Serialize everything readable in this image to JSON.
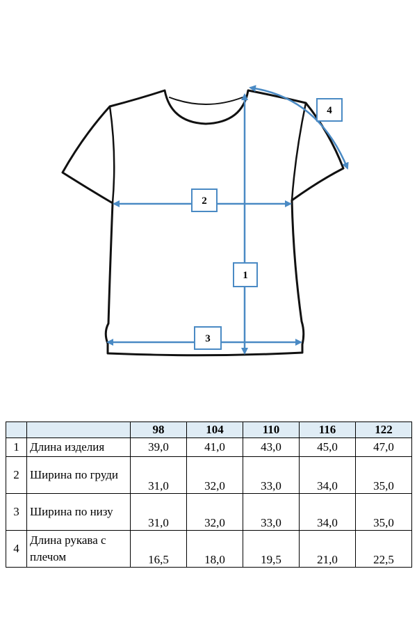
{
  "markers": [
    "1",
    "2",
    "3",
    "4"
  ],
  "table": {
    "corner_blank": "",
    "size_blank": "",
    "sizes": [
      "98",
      "104",
      "110",
      "116",
      "122"
    ],
    "rows": [
      {
        "num": "1",
        "param": "Длина изделия",
        "values": [
          "39,0",
          "41,0",
          "43,0",
          "45,0",
          "47,0"
        ]
      },
      {
        "num": "2",
        "param": "Ширина по груди",
        "values": [
          "31,0",
          "32,0",
          "33,0",
          "34,0",
          "35,0"
        ]
      },
      {
        "num": "3",
        "param": "Ширина по низу",
        "values": [
          "31,0",
          "32,0",
          "33,0",
          "34,0",
          "35,0"
        ]
      },
      {
        "num": "4",
        "param": "Длина рукава с плечом",
        "values": [
          "16,5",
          "18,0",
          "19,5",
          "21,0",
          "22,5"
        ]
      }
    ]
  },
  "colors": {
    "outline": "#111111",
    "measure_line": "#4a8ac4",
    "header_fill": "#dfecf5"
  }
}
